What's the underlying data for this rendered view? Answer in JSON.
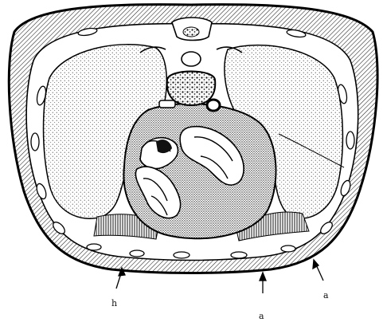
{
  "figure": {
    "labels": [
      {
        "id": "h",
        "text": "h"
      },
      {
        "id": "a1",
        "text": "a"
      },
      {
        "id": "a2",
        "text": "a"
      }
    ]
  }
}
